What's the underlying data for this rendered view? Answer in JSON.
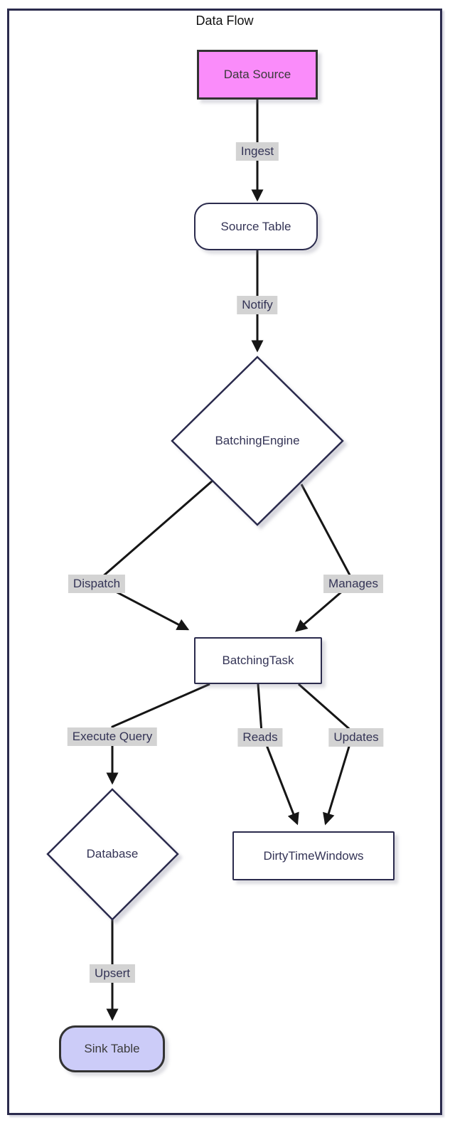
{
  "title": "Data Flow",
  "nodes": {
    "data_source": {
      "label": "Data Source",
      "shape": "rectangle",
      "fill": "#fa8cfa"
    },
    "source_table": {
      "label": "Source Table",
      "shape": "rounded-rectangle",
      "fill": "#ffffff"
    },
    "batching_engine": {
      "label": "BatchingEngine",
      "shape": "diamond",
      "fill": "#ffffff"
    },
    "batching_task": {
      "label": "BatchingTask",
      "shape": "rectangle",
      "fill": "#ffffff"
    },
    "database": {
      "label": "Database",
      "shape": "diamond",
      "fill": "#ffffff"
    },
    "dirty_time_windows": {
      "label": "DirtyTimeWindows",
      "shape": "rectangle",
      "fill": "#ffffff"
    },
    "sink_table": {
      "label": "Sink Table",
      "shape": "rounded-rectangle",
      "fill": "#ccccf8"
    }
  },
  "edges": [
    {
      "from": "Data Source",
      "to": "Source Table",
      "label": "Ingest"
    },
    {
      "from": "Source Table",
      "to": "BatchingEngine",
      "label": "Notify"
    },
    {
      "from": "BatchingEngine",
      "to": "BatchingTask",
      "label": "Dispatch"
    },
    {
      "from": "BatchingEngine",
      "to": "BatchingTask",
      "label": "Manages"
    },
    {
      "from": "BatchingTask",
      "to": "Database",
      "label": "Execute Query"
    },
    {
      "from": "BatchingTask",
      "to": "DirtyTimeWindows",
      "label": "Reads"
    },
    {
      "from": "BatchingTask",
      "to": "DirtyTimeWindows",
      "label": "Updates"
    },
    {
      "from": "Database",
      "to": "Sink Table",
      "label": "Upsert"
    }
  ],
  "colors": {
    "outer_border": "#2b2b4d",
    "node_border": "#2b2b4d",
    "node_text": "#343456",
    "edge_line": "#161616",
    "edge_label_bg": "#d3d3d3",
    "data_source_fill": "#fa8cfa",
    "sink_table_fill": "#ccccf8"
  }
}
